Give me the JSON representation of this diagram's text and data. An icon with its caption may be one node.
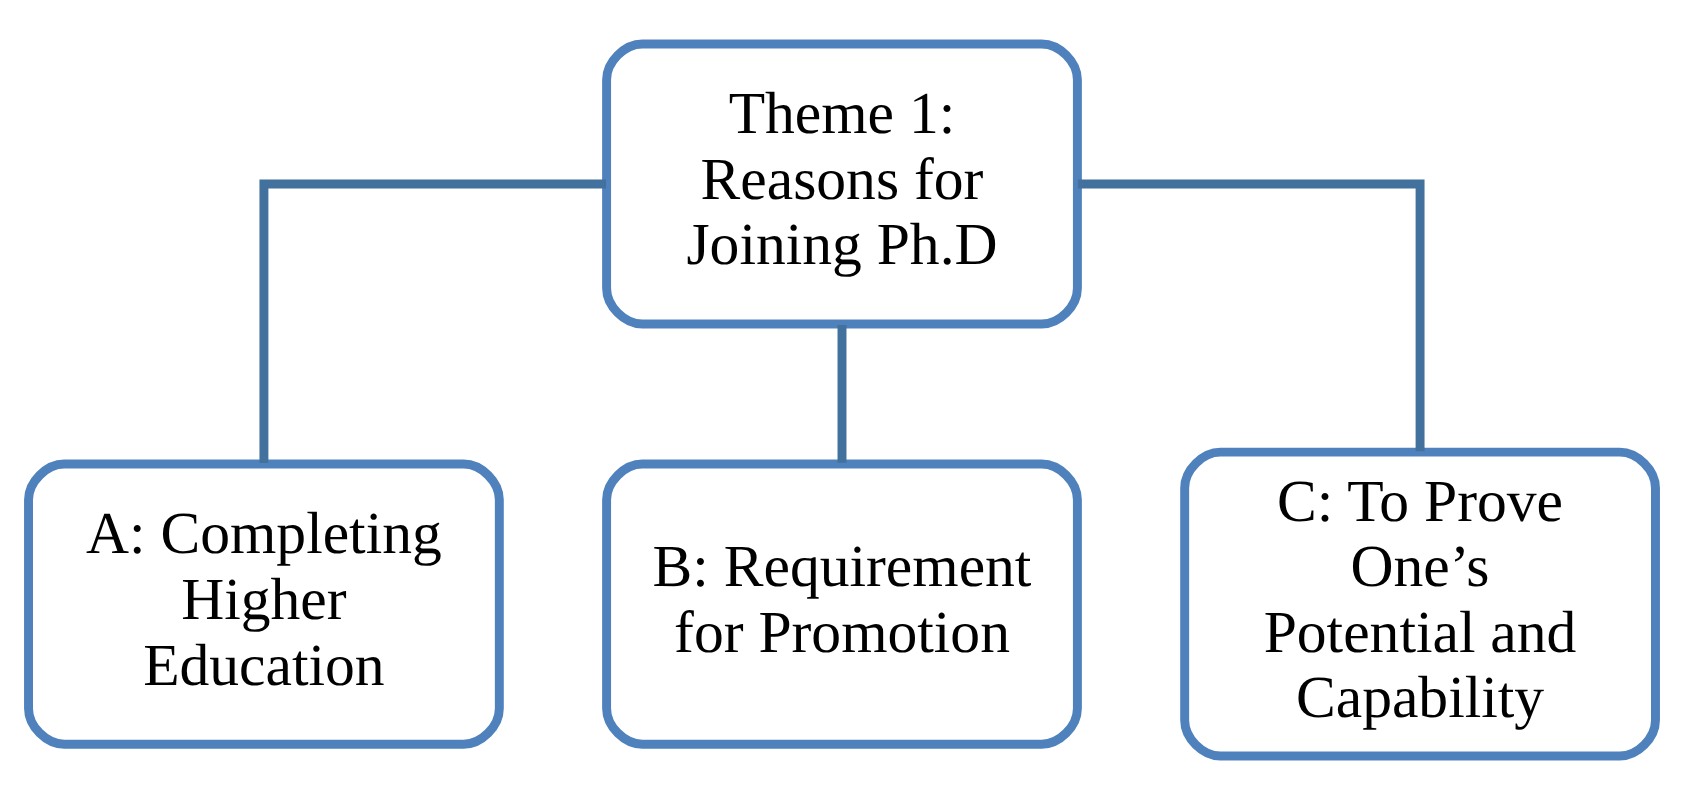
{
  "diagram": {
    "nodes": [
      {
        "text": [
          "Theme 1: Reasons for Joining Ph.D"
        ]
      },
      {
        "text": [
          "A: Completing Higher Education"
        ]
      },
      {
        "text": [
          "B: Requirement for Promotion"
        ]
      },
      {
        "text": [
          "C: To Prove One’s Potential and Capability"
        ]
      }
    ],
    "edges": [
      {
        "from": 0,
        "to": 1,
        "arrow": "none"
      },
      {
        "from": 0,
        "to": 2,
        "arrow": "none"
      },
      {
        "from": 0,
        "to": 3,
        "arrow": "none"
      }
    ]
  }
}
